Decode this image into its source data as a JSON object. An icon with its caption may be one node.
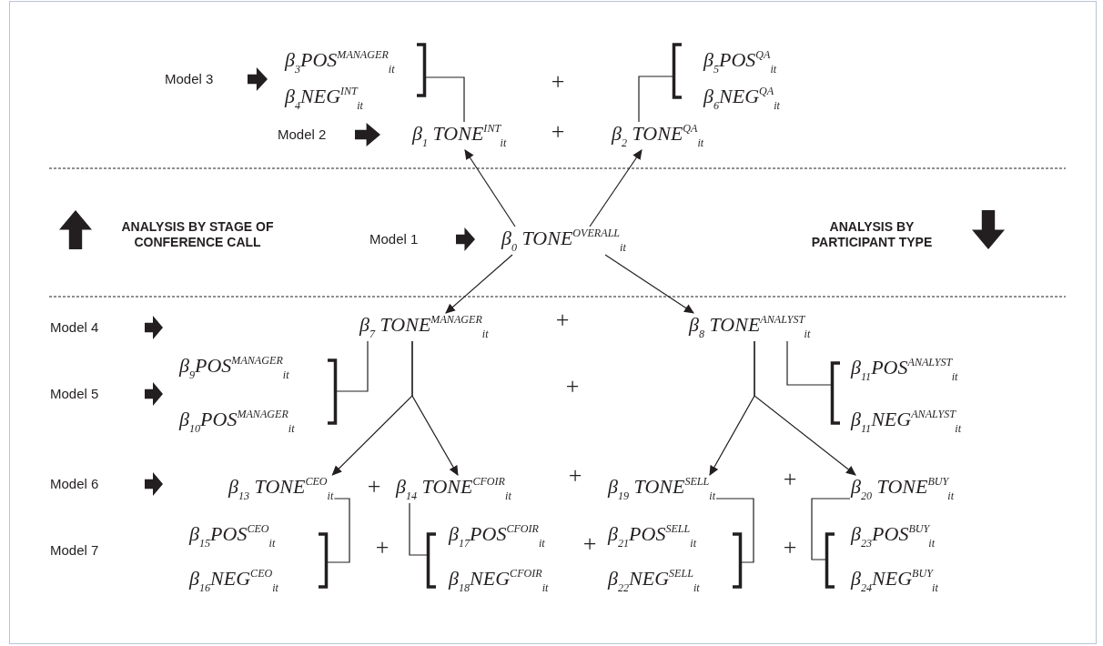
{
  "diagram": {
    "nodes": [
      {
        "text": [],
        "shape": "bracket"
      },
      {
        "text": [
          "β$_{3}$POS$^{MANAGER}$$_{it}$"
        ],
        "in": 0
      },
      {
        "text": [
          "β$_{4}$NEG$^{INT}$$_{it}$"
        ],
        "in": 0
      },
      {
        "text": [],
        "shape": "bracket"
      },
      {
        "text": [
          "β$_{5}$POS$^{QA}$$_{it}$"
        ],
        "in": 3
      },
      {
        "text": [
          "β$_{6}$NEG$^{QA}$$_{it}$"
        ],
        "in": 3
      },
      {
        "text": [
          "β$_{1}$ TONE$^{INT}$$_{it}$"
        ]
      },
      {
        "text": [
          "β$_{2}$ TONE$^{QA}$$_{it}$"
        ]
      },
      {
        "text": [
          "β$_{0}$ TONE$^{OVERALL}$$_{it}$"
        ]
      },
      {
        "text": [
          "β$_{7}$ TONE$^{MANAGER}$$_{it}$"
        ]
      },
      {
        "text": [
          "β$_{8}$ TONE$^{ANALYST}$$_{it}$"
        ]
      },
      {
        "text": [],
        "shape": "bracket"
      },
      {
        "text": [
          "β$_{9}$POS$^{MANAGER}$$_{it}$"
        ],
        "in": 11
      },
      {
        "text": [
          "β$_{10}$POS$^{MANAGER}$$_{it}$"
        ],
        "in": 11
      },
      {
        "text": [],
        "shape": "bracket"
      },
      {
        "text": [
          "β$_{11}$POS$^{ANALYST}$$_{it}$"
        ],
        "in": 14
      },
      {
        "text": [
          "β$_{11}$NEG$^{ANALYST}$$_{it}$"
        ],
        "in": 14
      },
      {
        "text": [
          "β$_{13}$ TONE$^{CEO}$$_{it}$"
        ]
      },
      {
        "text": [
          "β$_{14}$ TONE$^{CFOIR}$$_{it}$"
        ]
      },
      {
        "text": [
          "β$_{19}$ TONE$^{SELL}$$_{it}$"
        ]
      },
      {
        "text": [
          "β$_{20}$ TONE$^{BUY}$$_{it}$"
        ]
      },
      {
        "text": [],
        "shape": "bracket"
      },
      {
        "text": [
          "β$_{15}$POS$^{CEO}$$_{it}$"
        ],
        "in": 21
      },
      {
        "text": [
          "β$_{16}$NEG$^{CEO}$$_{it}$"
        ],
        "in": 21
      },
      {
        "text": [],
        "shape": "bracket"
      },
      {
        "text": [
          "β$_{17}$POS$^{CFOIR}$$_{it}$"
        ],
        "in": 24
      },
      {
        "text": [
          "β$_{18}$NEG$^{CFOIR}$$_{it}$"
        ],
        "in": 24
      },
      {
        "text": [],
        "shape": "bracket"
      },
      {
        "text": [
          "β$_{21}$POS$^{SELL}$$_{it}$"
        ],
        "in": 27
      },
      {
        "text": [
          "β$_{22}$NEG$^{SELL}$$_{it}$"
        ],
        "in": 27
      },
      {
        "text": [],
        "shape": "bracket"
      },
      {
        "text": [
          "β$_{23}$POS$^{BUY}$$_{it}$"
        ],
        "in": 30
      },
      {
        "text": [
          "β$_{24}$NEG$^{BUY}$$_{it}$"
        ],
        "in": 30
      }
    ],
    "edges": [
      {
        "from": 8,
        "to": 6,
        "arrow": "to"
      },
      {
        "from": 8,
        "to": 7,
        "arrow": "to"
      },
      {
        "from": 8,
        "to": 9,
        "arrow": "to"
      },
      {
        "from": 8,
        "to": 10,
        "arrow": "to"
      },
      {
        "from": 6,
        "to": 0,
        "arrow": "none"
      },
      {
        "from": 7,
        "to": 3,
        "arrow": "none"
      },
      {
        "from": 9,
        "to": 17,
        "arrow": "to"
      },
      {
        "from": 9,
        "to": 18,
        "arrow": "to"
      },
      {
        "from": 10,
        "to": 19,
        "arrow": "to"
      },
      {
        "from": 10,
        "to": 20,
        "arrow": "to"
      },
      {
        "from": 9,
        "to": 11,
        "arrow": "none"
      },
      {
        "from": 10,
        "to": 14,
        "arrow": "none"
      },
      {
        "from": 17,
        "to": 21,
        "arrow": "none"
      },
      {
        "from": 18,
        "to": 24,
        "arrow": "none"
      },
      {
        "from": 19,
        "to": 27,
        "arrow": "none"
      },
      {
        "from": 20,
        "to": 30,
        "arrow": "none"
      }
    ],
    "labels": [
      "Model 3",
      "+",
      "Model 2",
      "+",
      "ANALYSIS BY STAGE OF CONFERENCE CALL",
      "Model 1",
      "ANALYSIS BY PARTICIPANT TYPE",
      "Model 4",
      "+",
      "Model 5",
      "+",
      "Model 6",
      "+",
      "+",
      "+",
      "Model 7",
      "+",
      "+",
      "+"
    ]
  }
}
